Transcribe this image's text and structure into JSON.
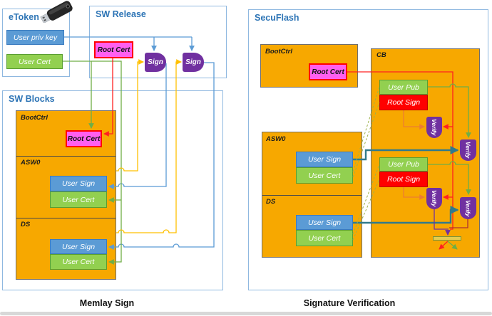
{
  "labels": {
    "etoken": "eToken",
    "sw_release": "SW Release",
    "sw_blocks": "SW Blocks",
    "secuflash": "SecuFlash",
    "user_priv_key": "User priv key",
    "user_cert": "User Cert",
    "user_sign": "User Sign",
    "user_pub": "User Pub",
    "root_cert": "Root Cert",
    "root_sign": "Root Sign",
    "sign": "Sign",
    "verify": "Verify",
    "bootctrl": "BootCtrl",
    "asw0": "ASW0",
    "ds": "DS",
    "cb": "CB"
  },
  "captions": {
    "left": "Memlay Sign",
    "right": "Signature Verification"
  },
  "icons": {
    "usb": "usb-drive-icon"
  },
  "colors": {
    "header_blue": "#2E75B6",
    "panel_border": "#8FB8E0",
    "flash_orange": "#F7A800",
    "box_blue": "#5B9BD5",
    "box_green": "#92D050",
    "box_magenta": "#FF5FF0",
    "box_red": "#FF0000",
    "shape_purple": "#7030A0",
    "line_blue": "#5B9BD5",
    "line_green": "#6FAE46",
    "line_yellow": "#FFC000",
    "line_red": "#FF2020",
    "line_orange": "#ED7D31",
    "line_teal": "#317A8C",
    "line_dashed_olive": "#9DB24A"
  }
}
